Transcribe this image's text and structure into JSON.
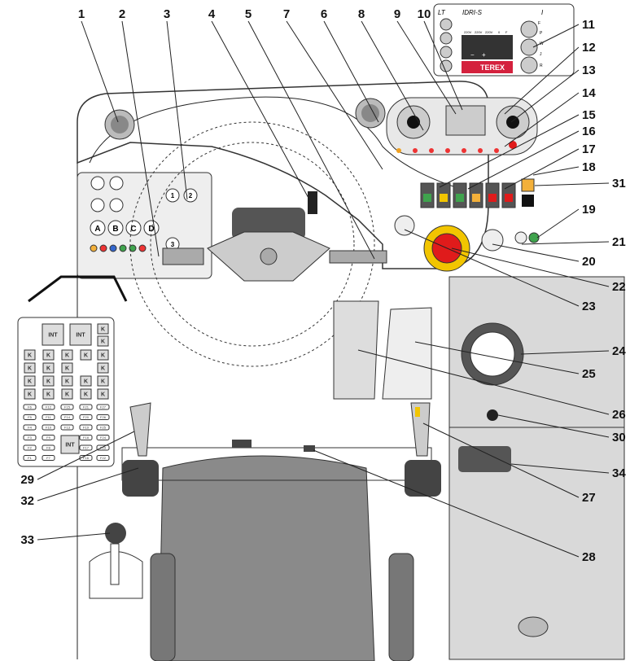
{
  "callouts": [
    "1",
    "2",
    "3",
    "4",
    "5",
    "7",
    "6",
    "8",
    "9",
    "10",
    "11",
    "12",
    "13",
    "14",
    "15",
    "16",
    "17",
    "18",
    "31",
    "19",
    "21",
    "20",
    "22",
    "23",
    "24",
    "25",
    "26",
    "30",
    "27",
    "34",
    "28",
    "29",
    "32",
    "33"
  ],
  "decal": {
    "brand": "TEREX",
    "header_left": "LT",
    "header_mid": "IDRI-S",
    "header_right": "I",
    "voltages": [
      "220V",
      "220V",
      "220V",
      "0",
      "F"
    ],
    "letters": [
      "F",
      "P",
      "W",
      "J",
      "R"
    ],
    "minus": "−",
    "plus": "+"
  },
  "switch_panel": {
    "buttons": [
      "A",
      "B",
      "C",
      "D"
    ],
    "numbers": [
      "1",
      "2",
      "3"
    ]
  },
  "fuse_box": {
    "int_label": "INT",
    "relay_label": "K",
    "fuse_columns": [
      [
        "F6",
        "F5",
        "F4",
        "F3",
        "F2",
        "F1"
      ],
      [
        "F12",
        "F11",
        "F10",
        "F9",
        "F8",
        "F7"
      ],
      [
        "F15",
        "F14",
        "F13"
      ],
      [
        "F21",
        "F20",
        "F19",
        "F18",
        "F17",
        "F16"
      ],
      [
        "F27",
        "F26",
        "F25",
        "F24",
        "F23",
        "F22"
      ]
    ]
  },
  "colors": {
    "brand_red": "#d4213d",
    "emergency_red": "#e01b1b",
    "emergency_yellow": "#f2c500",
    "panel_gray": "#d9d9d9",
    "seat_gray": "#8a8a8a",
    "green_light": "#3fa34d"
  }
}
